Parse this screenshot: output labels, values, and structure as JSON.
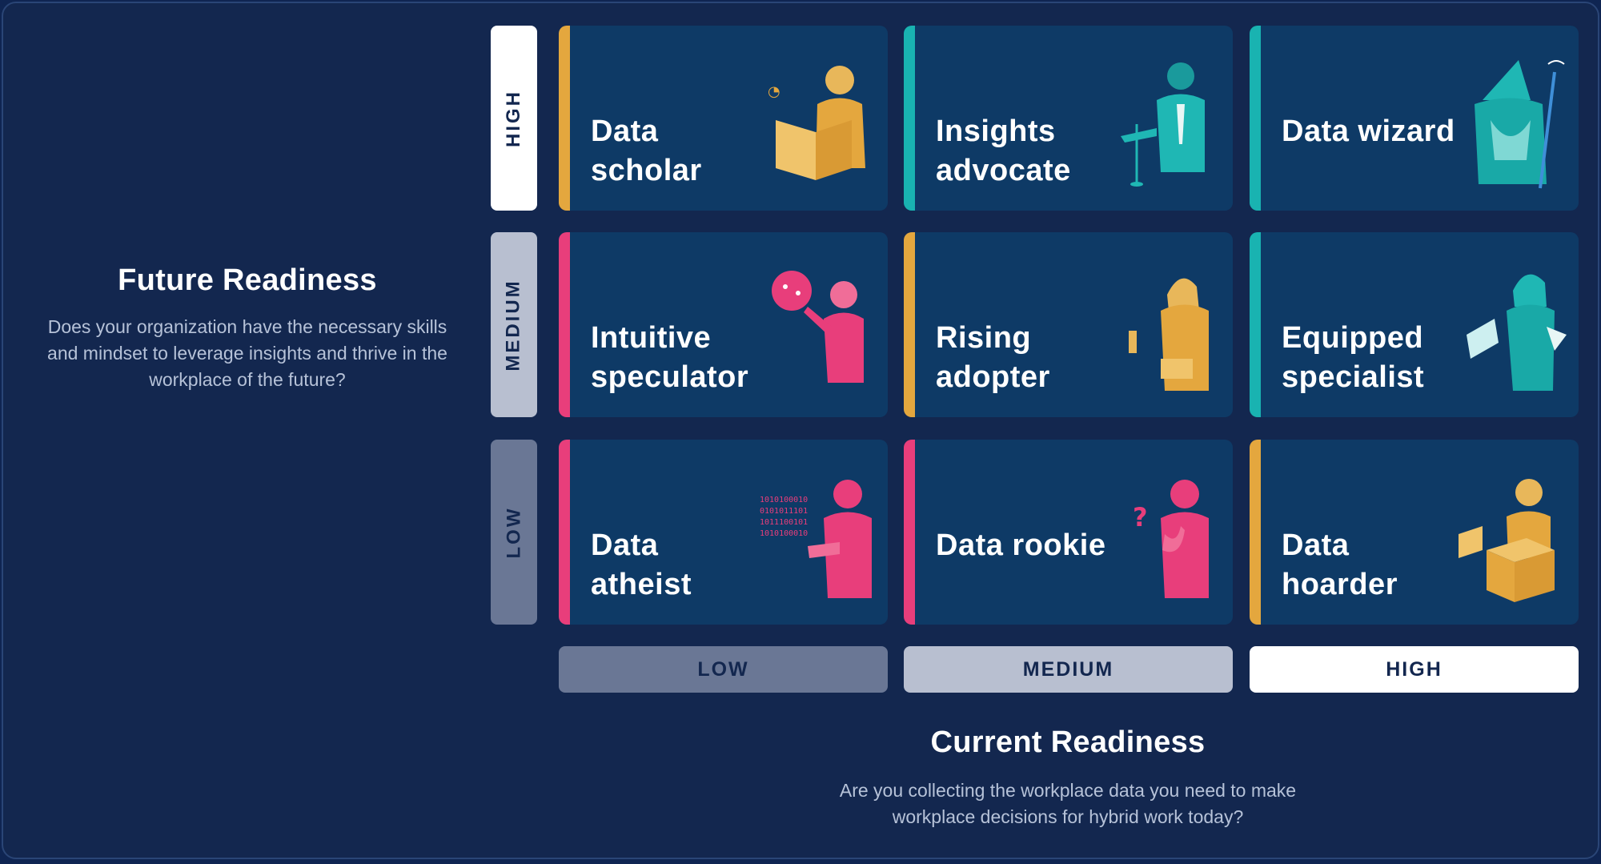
{
  "future_readiness": {
    "title": "Future Readiness",
    "description": "Does your organization have the necessary skills and mindset to leverage insights and thrive in the workplace of the future?"
  },
  "current_readiness": {
    "title": "Current Readiness",
    "description": "Are you collecting the workplace data you need to make workplace decisions for hybrid work today?"
  },
  "y_levels": [
    "HIGH",
    "MEDIUM",
    "LOW"
  ],
  "x_levels": [
    "LOW",
    "MEDIUM",
    "HIGH"
  ],
  "colors": {
    "background": "#13274f",
    "card": "#0e3a66",
    "gold": "#e4a73e",
    "teal": "#19b3b1",
    "pink": "#e83e7b"
  },
  "cards": [
    {
      "label": "Data scholar",
      "accent": "gold",
      "icon": "reading-person-icon"
    },
    {
      "label": "Insights advocate",
      "accent": "teal",
      "icon": "speaker-person-icon"
    },
    {
      "label": "Data wizard",
      "accent": "teal",
      "icon": "wizard-icon"
    },
    {
      "label": "Intuitive speculator",
      "accent": "pink",
      "icon": "crystal-ball-person-icon"
    },
    {
      "label": "Rising adopter",
      "accent": "gold",
      "icon": "hooded-person-icon"
    },
    {
      "label": "Equipped specialist",
      "accent": "teal",
      "icon": "hooded-tablet-person-icon"
    },
    {
      "label": "Data atheist",
      "accent": "pink",
      "icon": "binary-person-icon"
    },
    {
      "label": "Data rookie",
      "accent": "pink",
      "icon": "question-person-icon"
    },
    {
      "label": "Data hoarder",
      "accent": "gold",
      "icon": "boxes-person-icon"
    }
  ]
}
